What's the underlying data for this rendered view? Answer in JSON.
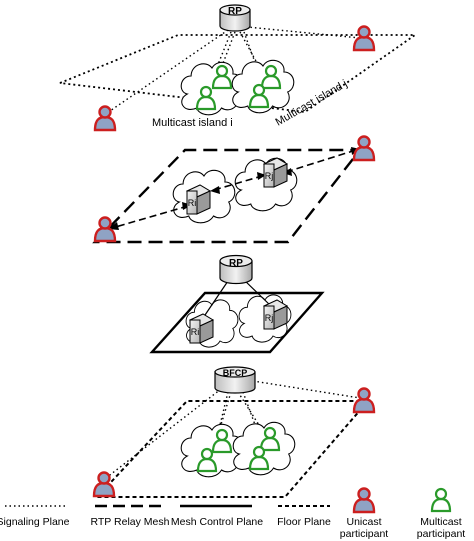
{
  "planes": {
    "signaling": {
      "server_label": "RP",
      "island_i_label": "Multicast  island i",
      "island_j_label": "Multicast island j"
    },
    "relay": {
      "relay_left_label": "Ri",
      "relay_right_label": "Rj"
    },
    "mesh_control": {
      "server_label": "RP",
      "relay_left_label": "Ri",
      "relay_right_label": "Rj"
    },
    "floor": {
      "server_label": "BFCP"
    }
  },
  "legend": {
    "signaling": "Signaling Plane",
    "relay_mesh": "RTP Relay Mesh",
    "mesh_control": "Mesh Control Plane",
    "floor": "Floor Plane",
    "unicast_line1": "Unicast",
    "unicast_line2": "participant",
    "multicast_line1": "Multicast",
    "multicast_line2": "participant"
  },
  "colors": {
    "unicast_outline": "#cc1f1f",
    "multicast_outline": "#2a9a2a",
    "person_fill": "#8fa3c4",
    "server_fill": "#e6e6e6"
  }
}
